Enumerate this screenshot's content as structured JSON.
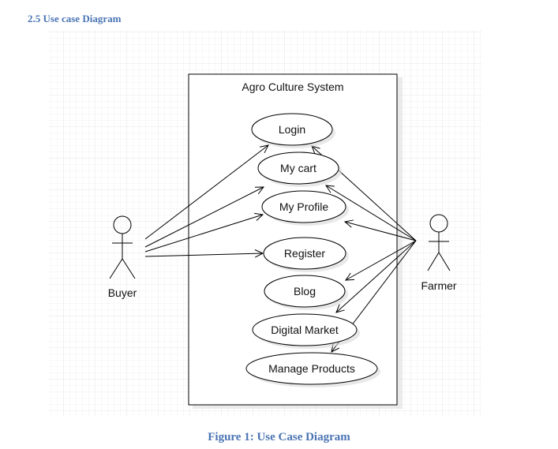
{
  "heading": "2.5 Use case Diagram",
  "caption": "Figure 1: Use Case Diagram",
  "diagram": {
    "system_title": "Agro Culture System",
    "actors": [
      {
        "id": "buyer",
        "label": "Buyer"
      },
      {
        "id": "farmer",
        "label": "Farmer"
      }
    ],
    "use_cases": [
      {
        "id": "login",
        "label": "Login"
      },
      {
        "id": "cart",
        "label": "My cart"
      },
      {
        "id": "profile",
        "label": "My Profile"
      },
      {
        "id": "register",
        "label": "Register"
      },
      {
        "id": "blog",
        "label": "Blog"
      },
      {
        "id": "market",
        "label": "Digital Market"
      },
      {
        "id": "manage",
        "label": "Manage Products"
      }
    ],
    "associations": [
      {
        "from": "buyer",
        "to": "login"
      },
      {
        "from": "buyer",
        "to": "cart"
      },
      {
        "from": "buyer",
        "to": "profile"
      },
      {
        "from": "buyer",
        "to": "register"
      },
      {
        "from": "farmer",
        "to": "login"
      },
      {
        "from": "farmer",
        "to": "cart"
      },
      {
        "from": "farmer",
        "to": "profile"
      },
      {
        "from": "farmer",
        "to": "blog"
      },
      {
        "from": "farmer",
        "to": "market"
      },
      {
        "from": "farmer",
        "to": "manage"
      }
    ]
  }
}
